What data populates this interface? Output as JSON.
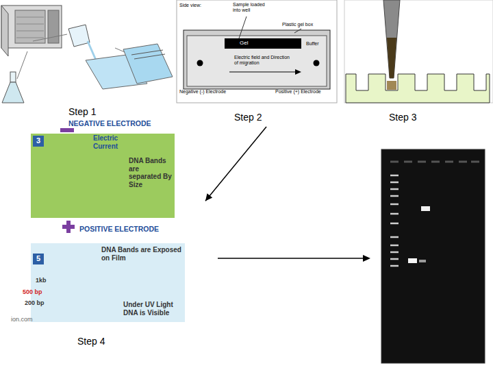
{
  "diagram": {
    "nodes": [
      {
        "text": [
          "Step 1"
        ]
      },
      {
        "text": [
          "Step 2"
        ]
      },
      {
        "text": [
          "Gel"
        ],
        "in": 1
      },
      {
        "text": [
          "Step 3"
        ]
      },
      {
        "text": [
          "Step 4"
        ]
      },
      {
        "text": [
          "DNA Bands are separated By Size"
        ],
        "in": 4
      },
      {
        "text": [
          "3"
        ],
        "in": 5
      },
      {
        "text": [
          "DNA Bands are Exposed on Film",
          "Under UV Light DNA is Visible"
        ],
        "in": 4
      },
      {
        "text": [
          "5"
        ],
        "in": 7
      }
    ],
    "edges": [
      {
        "from": 1,
        "to": 4,
        "arrow": "to"
      }
    ],
    "labels": [
      "Side view:",
      "Sample loaded into well",
      "Plastic gel box",
      "Buffer",
      "Electric field and Direction of migration",
      "Negative (-) Electrode",
      "Positive (+) Electrode",
      "NEGATIVE ELECTRODE",
      "Electric Current",
      "POSITIVE ELECTRODE",
      "1kb",
      "500 bp",
      "200 bp",
      "ion.com"
    ]
  }
}
